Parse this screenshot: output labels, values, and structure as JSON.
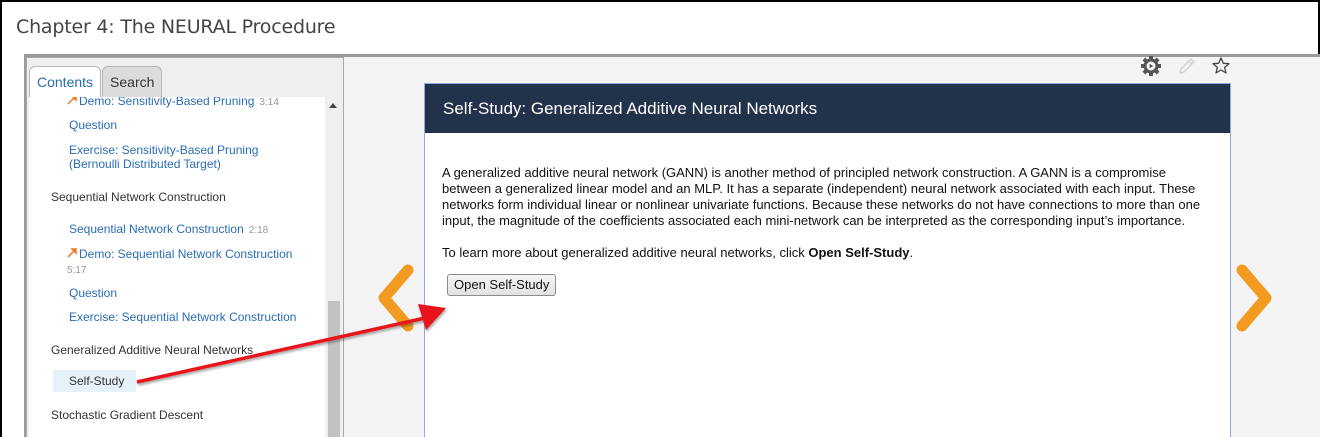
{
  "page": {
    "chapter_title": "Chapter 4: The NEURAL Procedure"
  },
  "sidebar": {
    "tabs": [
      {
        "label": "Contents",
        "active": true
      },
      {
        "label": "Search",
        "active": false
      }
    ],
    "toc": [
      {
        "type": "demo",
        "label": "Demo: Sensitivity-Based Pruning",
        "duration": "3:14"
      },
      {
        "type": "link",
        "label": "Question"
      },
      {
        "type": "link",
        "label": "Exercise: Sensitivity-Based Pruning",
        "label2": "(Bernoulli Distributed Target)"
      },
      {
        "type": "heading",
        "label": "Sequential Network Construction"
      },
      {
        "type": "link",
        "label": "Sequential Network Construction",
        "duration": "2:18"
      },
      {
        "type": "demo",
        "label": "Demo: Sequential Network Construction",
        "duration": "5:17"
      },
      {
        "type": "link",
        "label": "Question"
      },
      {
        "type": "link",
        "label": "Exercise: Sequential Network Construction"
      },
      {
        "type": "heading",
        "label": "Generalized Additive Neural Networks"
      },
      {
        "type": "selected",
        "label": "Self-Study"
      },
      {
        "type": "heading",
        "label": "Stochastic Gradient Descent"
      }
    ]
  },
  "toolbar": {
    "icons": [
      "settings-gear-icon",
      "edit-pencil-icon",
      "bookmark-star-icon"
    ]
  },
  "card": {
    "title": "Self-Study: Generalized Additive Neural Networks",
    "paragraph1": "A generalized additive neural network (GANN) is another method of principled network construction. A GANN is a compromise between a generalized linear model and an MLP. It has a separate (independent) neural network associated with each input. These networks form individual linear or nonlinear univariate functions. Because these networks do not have connections to more than one input, the magnitude of the coefficients associated each mini-network can be interpreted as the corresponding input’s importance.",
    "paragraph2_prefix": "To learn more about generalized additive neural networks, click ",
    "paragraph2_bold": "Open Self-Study",
    "paragraph2_suffix": ".",
    "button_label": "Open Self-Study"
  },
  "navigation": {
    "prev_icon": "chevron-left-icon",
    "next_icon": "chevron-right-icon",
    "accent_color": "#f29b20"
  },
  "annotation": {
    "arrow_color": "#e8141b",
    "from": "Self-Study",
    "to": "Open Self-Study"
  }
}
